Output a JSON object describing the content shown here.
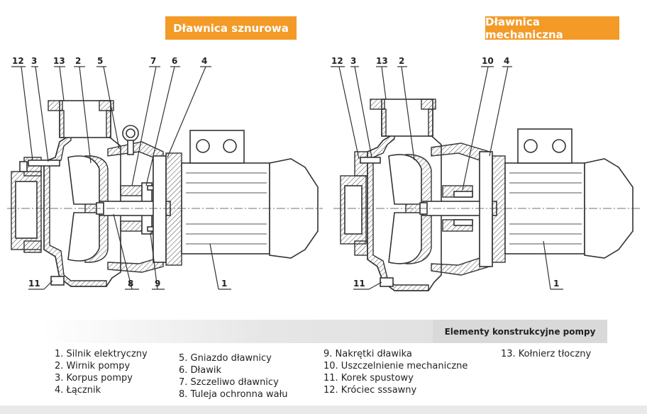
{
  "banners": {
    "left": "Dławnica sznurowa",
    "right": "Dławnica mechaniczna"
  },
  "callouts": {
    "left": [
      "12",
      "3",
      "13",
      "2",
      "5",
      "7",
      "6",
      "4",
      "11",
      "8",
      "9",
      "1"
    ],
    "right": [
      "12",
      "3",
      "13",
      "2",
      "10",
      "4",
      "11",
      "1"
    ]
  },
  "legend": {
    "title": "Elementy konstrukcyjne pompy",
    "col1": [
      "1. Silnik elektryczny",
      "2. Wirnik pompy",
      "3. Korpus pompy",
      "4. Łącznik"
    ],
    "col2": [
      "5. Gniazdo dławnicy",
      "6. Dławik",
      "7. Szczeliwo dławnicy",
      "8. Tuleja ochronna wału"
    ],
    "col3": [
      "9. Nakrętki dławika",
      "10. Uszczelnienie mechaniczne",
      "11. Korek spustowy",
      "12. Króciec sssawny"
    ],
    "col4": [
      "13. Kołnierz tłoczny"
    ]
  },
  "colors": {
    "accent": "#f39a27",
    "legend_bg": "#d9d9d9"
  }
}
